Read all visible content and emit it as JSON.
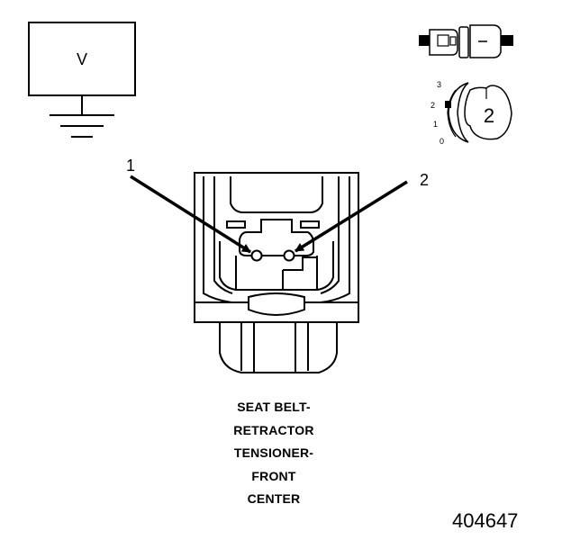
{
  "meter": {
    "label": "V"
  },
  "pins": [
    {
      "label": "1"
    },
    {
      "label": "2"
    }
  ],
  "selector_scale": {
    "marks": [
      "3",
      "2",
      "1",
      "0"
    ],
    "position_label": "2"
  },
  "caption": {
    "lines": [
      "SEAT BELT-",
      "RETRACTOR",
      "TENSIONER-",
      "FRONT",
      "CENTER"
    ]
  },
  "figure_number": "404647"
}
